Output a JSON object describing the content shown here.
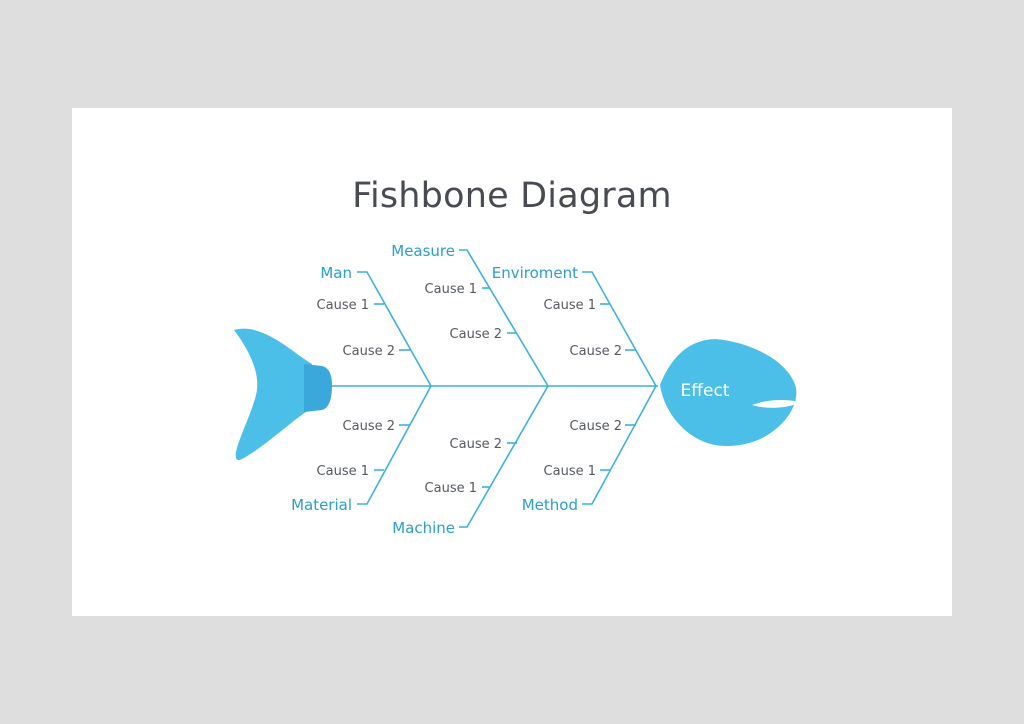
{
  "title": "Fishbone Diagram",
  "effect": "Effect",
  "categories": {
    "man": "Man",
    "measure": "Measure",
    "enviroment": "Enviroment",
    "material": "Material",
    "machine": "Machine",
    "method": "Method"
  },
  "causes": {
    "man": [
      "Cause 1",
      "Cause 2"
    ],
    "measure": [
      "Cause 1",
      "Cause 2"
    ],
    "enviroment": [
      "Cause 1",
      "Cause 2"
    ],
    "material": [
      "Cause 2",
      "Cause 1"
    ],
    "machine": [
      "Cause 2",
      "Cause 1"
    ],
    "method": [
      "Cause 2",
      "Cause 1"
    ]
  },
  "colors": {
    "fish": "#4cbfe8",
    "fish_dark": "#3aa8db",
    "category_text": "#2a9fd0",
    "cause_text": "#555a60",
    "title_text": "#484c52",
    "slide_bg": "#ffffff",
    "page_bg": "#dedede"
  }
}
